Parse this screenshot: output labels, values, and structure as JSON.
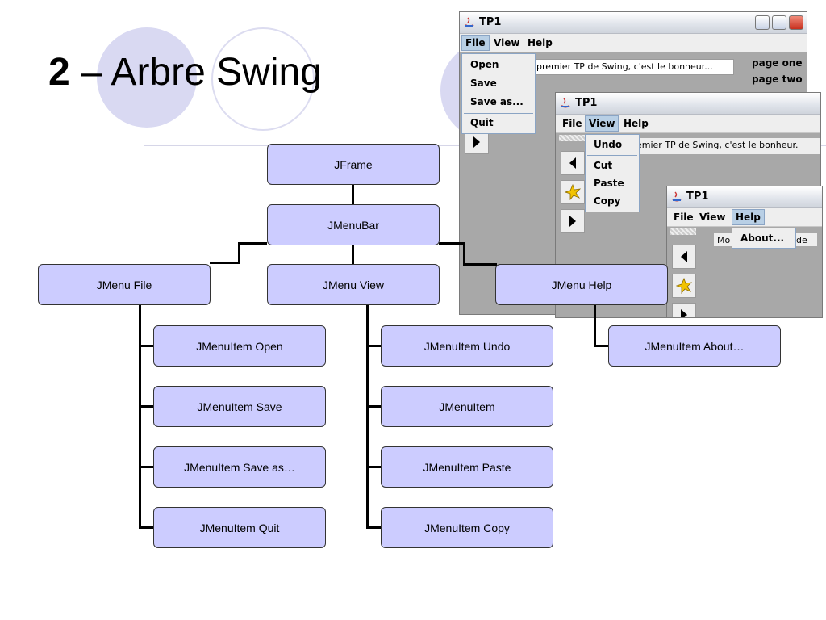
{
  "slide": {
    "number": "2",
    "dash": " – ",
    "title_text": "Arbre Swing"
  },
  "tree": {
    "root": "JFrame",
    "menubar": "JMenuBar",
    "menus": [
      "JMenu File",
      "JMenu View",
      "JMenu Help"
    ],
    "file_items": [
      "JMenuItem Open",
      "JMenuItem Save",
      "JMenuItem Save as…",
      "JMenuItem Quit"
    ],
    "view_items": [
      "JMenuItem Undo",
      "JMenuItem",
      "JMenuItem Paste",
      "JMenuItem Copy"
    ],
    "help_items": [
      "JMenuItem About…"
    ]
  },
  "windows": {
    "w1": {
      "title": "TP1",
      "menus": [
        "File",
        "View",
        "Help"
      ],
      "popup": [
        "Open",
        "Save",
        "Save as...",
        "Quit"
      ],
      "text": "premier TP de Swing, c'est le bonheur...",
      "side": [
        "page one",
        "page two"
      ]
    },
    "w2": {
      "title": "TP1",
      "menus": [
        "File",
        "View",
        "Help"
      ],
      "popup": [
        "Undo",
        "Cut",
        "Paste",
        "Copy"
      ],
      "text": "emier TP de Swing, c'est le bonheur."
    },
    "w3": {
      "title": "TP1",
      "menus": [
        "File",
        "View",
        "Help"
      ],
      "popup": [
        "About..."
      ],
      "text_left": "Mo",
      "text_right": "de"
    }
  },
  "colors": {
    "node_fill": "#ccccff",
    "accent_circle": "#d9d9f2",
    "menu_select": "#b8cfe5"
  }
}
